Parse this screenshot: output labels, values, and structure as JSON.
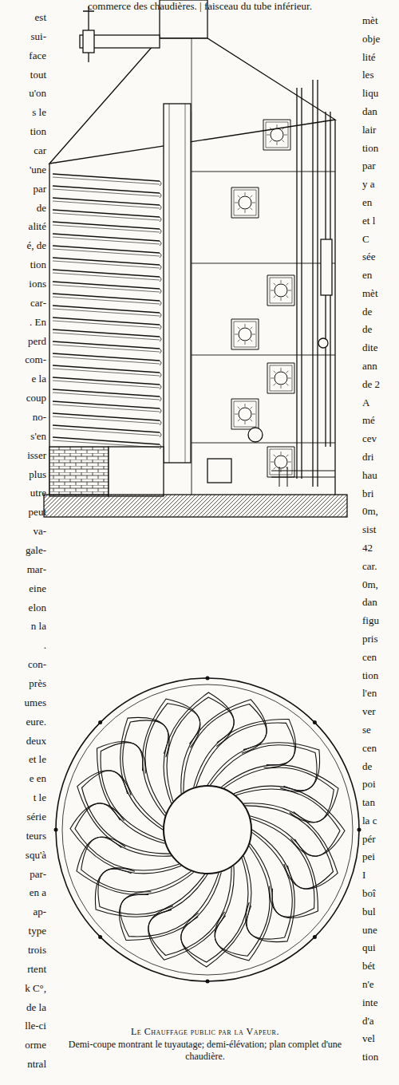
{
  "diagram": {
    "title": "Le Chauffage public par la Vapeur.",
    "caption": "Demi-coupe montrant le tuyautage; demi-élévation; plan complet d'une chaudière.",
    "labels": [
      "commerce des chaudières. | faisceau du tube inférieur.",
      "est",
      "sui-",
      "face",
      "tout",
      "u'on",
      "s le",
      "tion",
      "car",
      "'une",
      "par",
      "de",
      "alité",
      "é, de",
      "tion",
      "ions",
      "car-",
      ". En",
      "perd",
      "com-",
      "e la",
      "coup",
      "no-",
      "s'en",
      "isser",
      "plus",
      "utre",
      "peut",
      "va-",
      "gale-",
      "mar-",
      "eine",
      "elon",
      "n la",
      ".",
      "con-",
      "près",
      "umes",
      "eure.",
      "deux",
      "et le",
      "e en",
      "t le",
      "série",
      "teurs",
      "squ'à",
      "par-",
      "en a",
      "ap-",
      "type",
      "trois",
      "rtent",
      "k C°,",
      "de la",
      "lle-ci",
      "orme",
      "ntral",
      "mèt",
      "obje",
      "lité",
      "les",
      "liqu",
      "dan",
      "lair",
      "tion",
      "par",
      "y a",
      "en",
      "et l",
      "C",
      "sée",
      "en",
      "mèt",
      "de",
      "de",
      "dite",
      "ann",
      "de 2",
      "A",
      "mé",
      "cev",
      "dri",
      "hau",
      "bri",
      "0m,",
      "sist",
      "42",
      "car.",
      "0m,",
      "dan",
      "figu",
      "pris",
      "cen",
      "tion",
      "l'en",
      "ver",
      "se",
      "cen",
      "de",
      "poi",
      "tan",
      "la c",
      "pér",
      "pei",
      "I",
      "boî",
      "bul",
      "une",
      "qui",
      "bét",
      "n'e",
      "inte",
      "d'a",
      "vel",
      "tion"
    ]
  }
}
